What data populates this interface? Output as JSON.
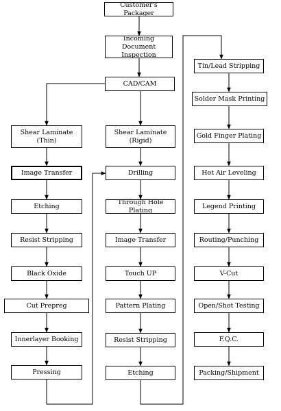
{
  "nodes": [
    {
      "id": "customers-packager",
      "label": "Customer's Packager"
    },
    {
      "id": "incoming-document-inspection",
      "label": "Incoming Document\nInspection"
    },
    {
      "id": "cad-cam",
      "label": "CAD/CAM"
    },
    {
      "id": "shear-laminate-thin",
      "label": "Shear Laminate\n(Thin)"
    },
    {
      "id": "image-transfer-1",
      "label": "Image Transfer"
    },
    {
      "id": "etching-1",
      "label": "Etching"
    },
    {
      "id": "resist-stripping-1",
      "label": "Resist Stripping"
    },
    {
      "id": "black-oxide",
      "label": "Black Oxide"
    },
    {
      "id": "cut-prepreg",
      "label": "Cut Prepreg"
    },
    {
      "id": "innerlayer-booking",
      "label": "Innerlayer Booking"
    },
    {
      "id": "pressing",
      "label": "Pressing"
    },
    {
      "id": "shear-laminate-rigid",
      "label": "Shear Laminate\n(Rigid)"
    },
    {
      "id": "drilling",
      "label": "Drilling"
    },
    {
      "id": "through-hole-plating",
      "label": "Through Hole Plating"
    },
    {
      "id": "image-transfer-2",
      "label": "Image Transfer"
    },
    {
      "id": "touch-up",
      "label": "Touch UP"
    },
    {
      "id": "pattern-plating",
      "label": "Pattern Plating"
    },
    {
      "id": "resist-stripping-2",
      "label": "Resist Stripping"
    },
    {
      "id": "etching-2",
      "label": "Etching"
    },
    {
      "id": "tin-lead-stripping",
      "label": "Tin/Lead Stripping"
    },
    {
      "id": "solder-mask-printing",
      "label": "Solder Mask  Printing"
    },
    {
      "id": "gold-finger-plating",
      "label": "Gold Finger Plating"
    },
    {
      "id": "hot-air-leveling",
      "label": "Hot Air Leveling"
    },
    {
      "id": "legend-printing",
      "label": "Legend Printing"
    },
    {
      "id": "routing-punching",
      "label": "Routing/Punching"
    },
    {
      "id": "v-cut",
      "label": "V-Cut"
    },
    {
      "id": "open-shot-testing",
      "label": "Open/Shot Testing"
    },
    {
      "id": "fqc",
      "label": "F.Q.C."
    },
    {
      "id": "packing-shipment",
      "label": "Packing/Shipment"
    }
  ]
}
